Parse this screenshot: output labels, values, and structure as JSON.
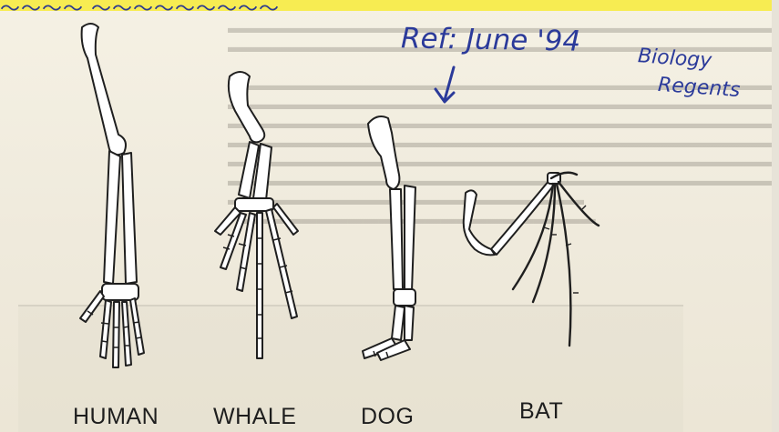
{
  "labels": {
    "human": "HUMAN",
    "whale": "WHALE",
    "dog": "DOG",
    "bat": "BAT"
  },
  "annotation": {
    "ref": "Ref: June '94",
    "source_line1": "Biology",
    "source_line2": "Regents",
    "arrow": "down-arrow-icon"
  },
  "colors": {
    "ink_blue": "#2b3a9a",
    "bone": "#ffffff",
    "outline": "#1f1f1f",
    "highlight": "#f7ec52"
  }
}
